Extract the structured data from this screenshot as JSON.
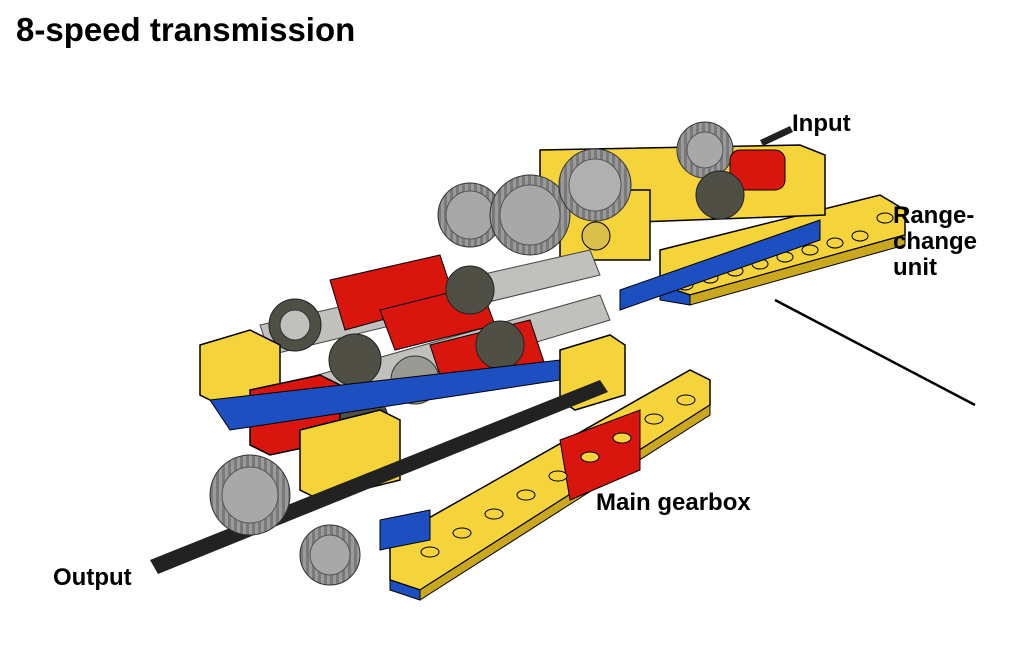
{
  "title": "8-speed transmission",
  "labels": {
    "input": "Input",
    "range_change_1": "Range-",
    "range_change_2": "change",
    "range_change_3": "unit",
    "main_gearbox": "Main gearbox",
    "output": "Output"
  },
  "colors": {
    "yellow": "#f5d33a",
    "red": "#d8160e",
    "blue": "#1e4fc0",
    "gear_gray": "#9a9a9a",
    "dark_gray": "#4f4f46",
    "axle_black": "#222222"
  }
}
